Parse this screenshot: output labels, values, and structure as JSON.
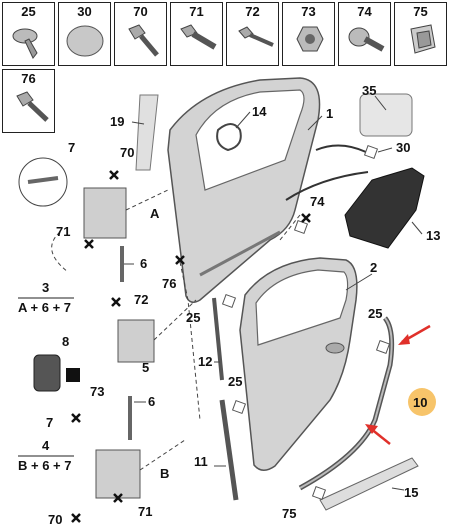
{
  "parts_table": {
    "row1": [
      "25",
      "30",
      "70",
      "71",
      "72",
      "73",
      "74",
      "75"
    ],
    "row2": [
      "76"
    ]
  },
  "callouts": {
    "c1": "1",
    "c2": "2",
    "c3": "3",
    "c4": "4",
    "c5": "5",
    "c6a": "6",
    "c6b": "6",
    "c7a": "7",
    "c7b": "7",
    "c8": "8",
    "c10": "10",
    "c11": "11",
    "c12": "12",
    "c13": "13",
    "c14": "14",
    "c15": "15",
    "c19": "19",
    "c25a": "25",
    "c25b": "25",
    "c25c": "25",
    "c30": "30",
    "c35": "35",
    "c70a": "70",
    "c70b": "70",
    "c71a": "71",
    "c71b": "71",
    "c72": "72",
    "c73": "73",
    "c74": "74",
    "c75": "75",
    "c76": "76",
    "cA": "A",
    "cB": "B"
  },
  "formulas": {
    "f3": "A + 6 + 7",
    "f4": "B + 6 + 7"
  },
  "colors": {
    "door_fill": "#d3d3d3",
    "door_stroke": "#555555",
    "highlight": "#f7c46a",
    "arrow": "#e0302a",
    "insulation": "#333333"
  }
}
